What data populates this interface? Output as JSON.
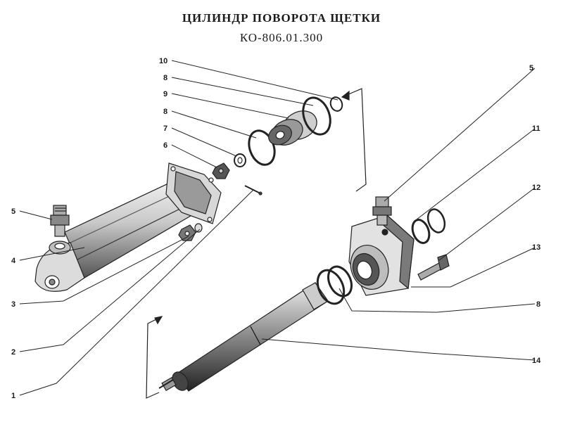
{
  "title": "ЦИЛИНДР ПОВОРОТА ЩЕТКИ",
  "subtitle": "КО-806.01.300",
  "callouts": {
    "c10": "10",
    "c8a": "8",
    "c9": "9",
    "c8b": "8",
    "c7": "7",
    "c6": "6",
    "c5l": "5",
    "c4": "4",
    "c3": "3",
    "c2": "2",
    "c1": "1",
    "c5r": "5",
    "c11": "11",
    "c12": "12",
    "c13": "13",
    "c8r": "8",
    "c14": "14"
  }
}
